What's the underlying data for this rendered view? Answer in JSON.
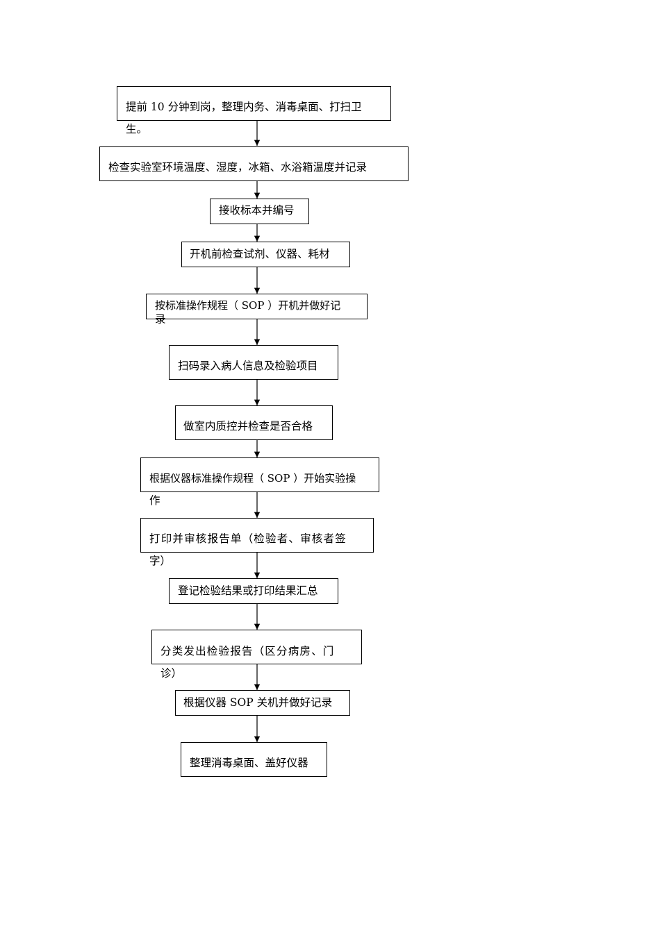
{
  "flowchart": {
    "steps": [
      {
        "line1": "提前 10 分钟到岗，整理内务、消毒桌面、打扫卫",
        "line2": "生。"
      },
      {
        "line1": "检查实验室环境温度、湿度，冰箱、水浴箱温度并记录",
        "line2": ""
      },
      {
        "line1": "接收标本并编号",
        "line2": ""
      },
      {
        "line1": "开机前检查试剂、仪器、耗材",
        "line2": ""
      },
      {
        "line1": "按标准操作规程（ SOP ）开机并做好记",
        "line2": "录"
      },
      {
        "line1": "扫码录入病人信息及检验项目",
        "line2": ""
      },
      {
        "line1": "做室内质控并检查是否合格",
        "line2": ""
      },
      {
        "line1": "根据仪器标准操作规程（ SOP ）开始实验操",
        "line2": "作"
      },
      {
        "line1": "打印并审核报告单（检验者、审核者签",
        "line2": "字）"
      },
      {
        "line1": "登记检验结果或打印结果汇总",
        "line2": ""
      },
      {
        "line1": "分类发出检验报告（区分病房、门",
        "line2": "诊）"
      },
      {
        "line1": "根据仪器 SOP 关机并做好记录",
        "line2": ""
      },
      {
        "line1": "整理消毒桌面、盖好仪器",
        "line2": ""
      }
    ]
  }
}
